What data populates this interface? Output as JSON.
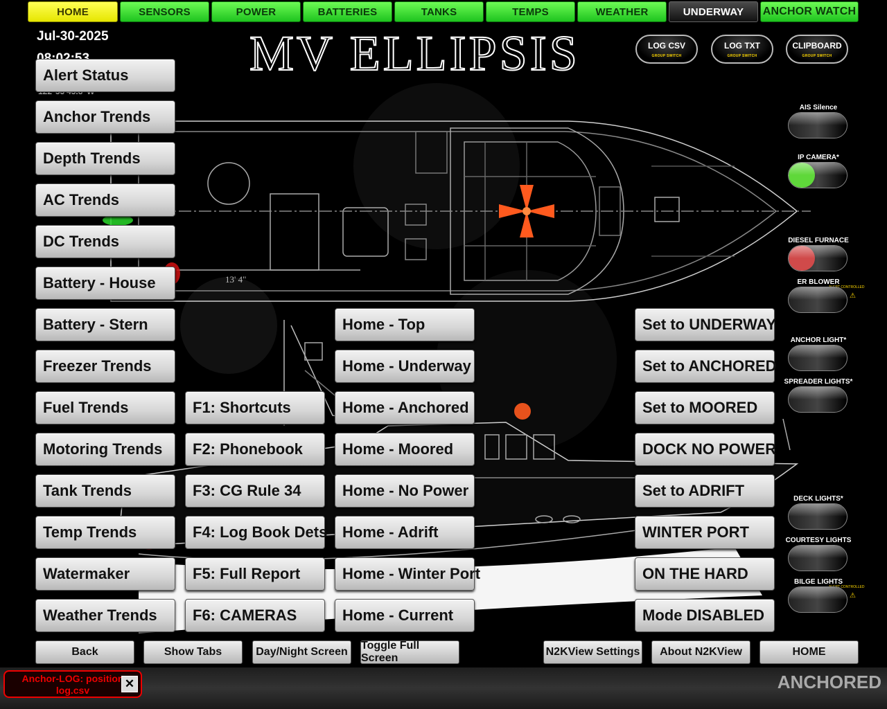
{
  "tabs": [
    {
      "label": "HOME",
      "style": "yellow"
    },
    {
      "label": "SENSORS",
      "style": "green"
    },
    {
      "label": "POWER",
      "style": "green"
    },
    {
      "label": "BATTERIES",
      "style": "green"
    },
    {
      "label": "TANKS",
      "style": "green"
    },
    {
      "label": "TEMPS",
      "style": "green"
    },
    {
      "label": "WEATHER",
      "style": "green"
    },
    {
      "label": "UNDERWAY",
      "style": "dark"
    },
    {
      "label": "ANCHOR WATCH",
      "style": "green"
    }
  ],
  "header": {
    "date": "Jul-30-2025",
    "time": "08:02:53",
    "coordinate": "122°53'45.8\"W",
    "title": "MV ELLIPSIS"
  },
  "log_buttons": [
    {
      "label": "LOG CSV",
      "sub": "GROUP SWITCH"
    },
    {
      "label": "LOG TXT",
      "sub": "GROUP SWITCH"
    },
    {
      "label": "CLIPBOARD",
      "sub": "GROUP SWITCH"
    }
  ],
  "trend_buttons": [
    "Alert Status",
    "Anchor Trends",
    "Depth Trends",
    "AC Trends",
    "DC Trends",
    "Battery - House",
    "Battery - Stern",
    "Freezer Trends",
    "Fuel Trends",
    "Motoring Trends",
    "Tank Trends",
    "Temp Trends",
    "Watermaker",
    "Weather Trends"
  ],
  "function_buttons": [
    "F1: Shortcuts",
    "F2: Phonebook",
    "F3: CG Rule 34",
    "F4: Log Book Dets",
    "F5: Full Report",
    "F6: CAMERAS"
  ],
  "home_buttons": [
    "Home - Top",
    "Home - Underway",
    "Home - Anchored",
    "Home - Moored",
    "Home - No Power",
    "Home - Adrift",
    "Home - Winter Port",
    "Home - Current"
  ],
  "mode_buttons": [
    "Set to UNDERWAY",
    "Set to ANCHORED",
    "Set to MOORED",
    "DOCK NO POWER",
    "Set to ADRIFT",
    "WINTER PORT",
    "ON THE HARD",
    "Mode DISABLED"
  ],
  "bottom_buttons": [
    "Back",
    "Show Tabs",
    "Day/Night Screen",
    "Toggle Full Screen",
    "N2KView Settings",
    "About N2KView",
    "HOME"
  ],
  "toggles": [
    {
      "label": "AIS Silence",
      "state": "off",
      "color": "#333333"
    },
    {
      "label": "IP CAMERA*",
      "state": "on",
      "color": "#5fd83a"
    },
    {
      "label": "DIESEL FURNACE",
      "state": "on",
      "color": "#d04a4a"
    },
    {
      "label": "ER BLOWER",
      "state": "off",
      "color": "#333333",
      "note": "ALERT CONTROLLED"
    },
    {
      "label": "ANCHOR LIGHT*",
      "state": "off",
      "color": "#333333"
    },
    {
      "label": "SPREADER LIGHTS*",
      "state": "off",
      "color": "#333333"
    },
    {
      "label": "DECK LIGHTS*",
      "state": "off",
      "color": "#333333"
    },
    {
      "label": "COURTESY LIGHTS",
      "state": "off",
      "color": "#333333"
    },
    {
      "label": "BILGE LIGHTS",
      "state": "off",
      "color": "#333333",
      "note": "ALERT CONTROLLED"
    }
  ],
  "status": {
    "alert_text": "Anchor-LOG: position log.csv",
    "mode": "ANCHORED"
  },
  "boat": {
    "dimension_label": "13' 4\""
  },
  "colors": {
    "tab_green": "#2ed62a",
    "tab_yellow": "#f5f500",
    "alert_red": "#e00000",
    "warning_yellow": "#ffd800"
  }
}
